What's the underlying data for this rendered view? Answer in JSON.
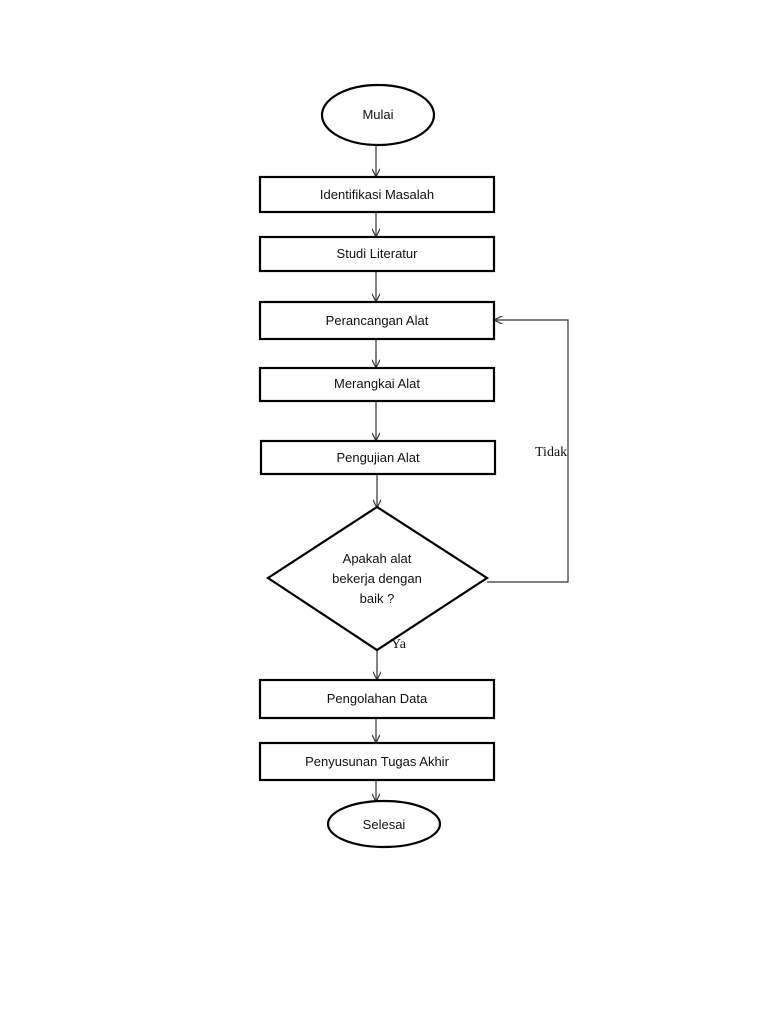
{
  "diagram": {
    "start": "Mulai",
    "steps": {
      "identifikasi": "Identifikasi Masalah",
      "studi": "Studi Literatur",
      "perancangan": "Perancangan Alat",
      "merangkai": "Merangkai Alat",
      "pengujian": "Pengujian Alat",
      "pengolahan": "Pengolahan Data",
      "penyusunan": "Penyusunan Tugas Akhir"
    },
    "decision": {
      "lines": [
        "Apakah alat",
        "bekerja dengan",
        "baik ?"
      ],
      "yes_label": "Ya",
      "no_label": "Tidak"
    },
    "end": "Selesai"
  }
}
